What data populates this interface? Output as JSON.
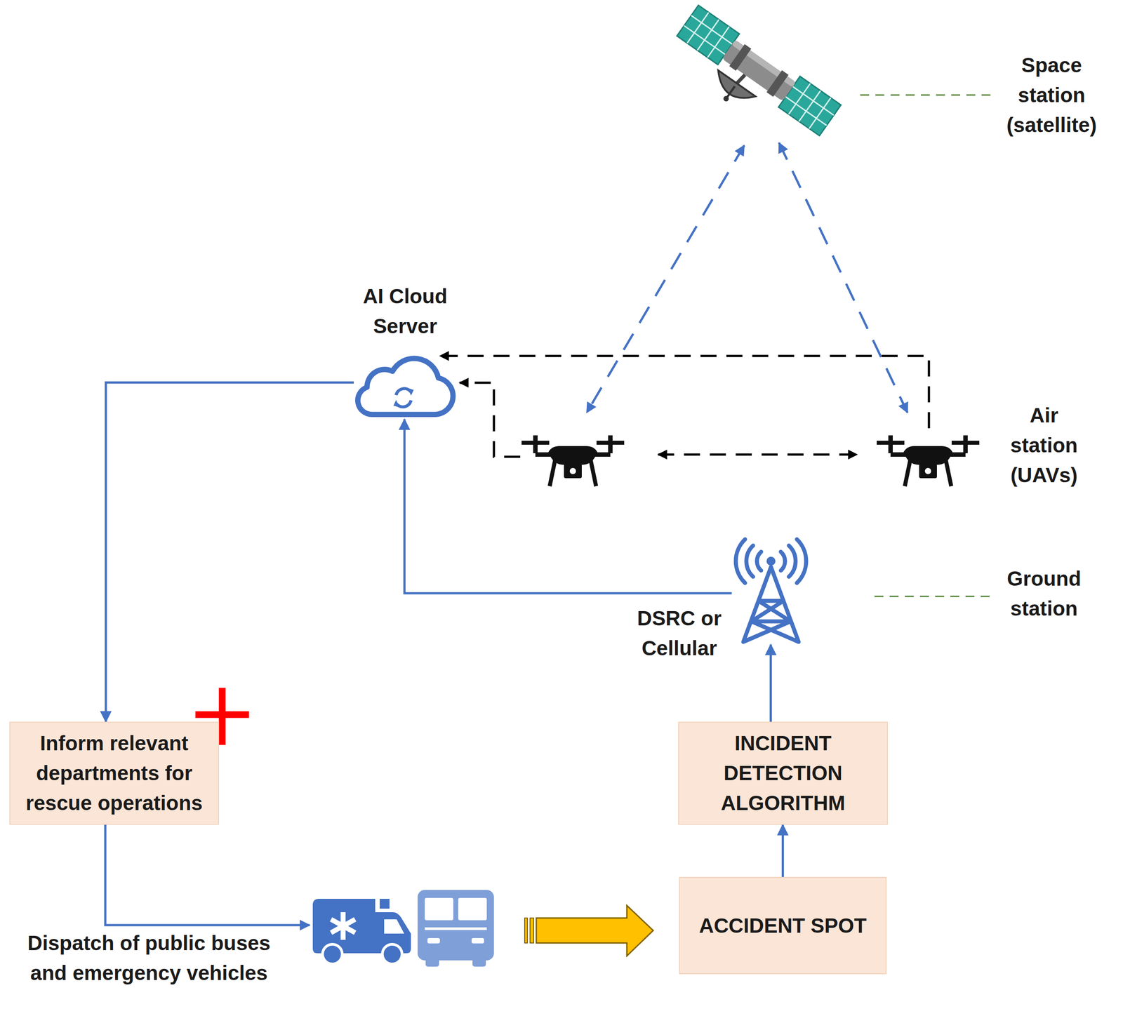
{
  "diagram": {
    "nodes": [
      {
        "text": [
          "AI Cloud Server"
        ]
      },
      {
        "text": [
          "DSRC or Cellular"
        ]
      },
      {
        "text": [
          "Inform relevant departments for rescue operations"
        ]
      },
      {
        "text": [
          "INCIDENT DETECTION ALGORITHM"
        ]
      },
      {
        "text": [
          "ACCIDENT SPOT"
        ]
      }
    ],
    "edges": [
      {
        "from": 4,
        "to": 3,
        "arrow": "to"
      },
      {
        "from": 3,
        "to": 1,
        "arrow": "to"
      },
      {
        "from": 1,
        "to": 0,
        "arrow": "to"
      },
      {
        "from": 0,
        "to": 2,
        "arrow": "to"
      }
    ],
    "labels": [
      "Space station (satellite)",
      "Air station (UAVs)",
      "Ground station",
      "Dispatch of public buses and emergency vehicles"
    ]
  }
}
